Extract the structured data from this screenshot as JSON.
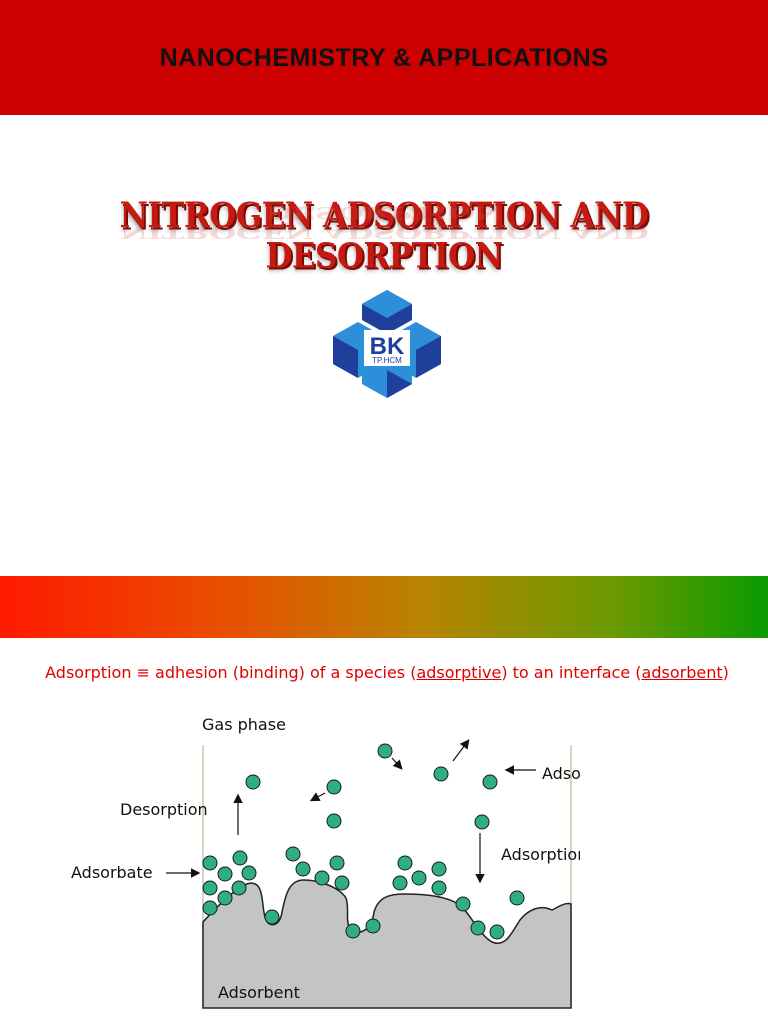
{
  "header": {
    "title": "NANOCHEMISTRY & APPLICATIONS"
  },
  "slide": {
    "title": "NITROGEN ADSORPTION AND DESORPTION"
  },
  "logo": {
    "big_text": "BK",
    "small_text": "TP.HCM",
    "color_dark": "#1f3f9a",
    "color_light": "#2d8fd9"
  },
  "definition": {
    "part1": "Adsorption ≡ adhesion (binding) of a species (",
    "adsorptive": "adsorptive",
    "part2": ") to an interface (",
    "adsorbent": "adsorbent",
    "part3": ")"
  },
  "diagram": {
    "labels": {
      "gas_phase": "Gas phase",
      "adsorptive": "Adsorptive",
      "desorption": "Desorption",
      "adsorption": "Adsorption",
      "adsorbate": "Adsorbate",
      "adsorbent": "Adsorbent"
    },
    "colors": {
      "molecule": "#2fae86",
      "surface": "#c2c4c6"
    }
  }
}
